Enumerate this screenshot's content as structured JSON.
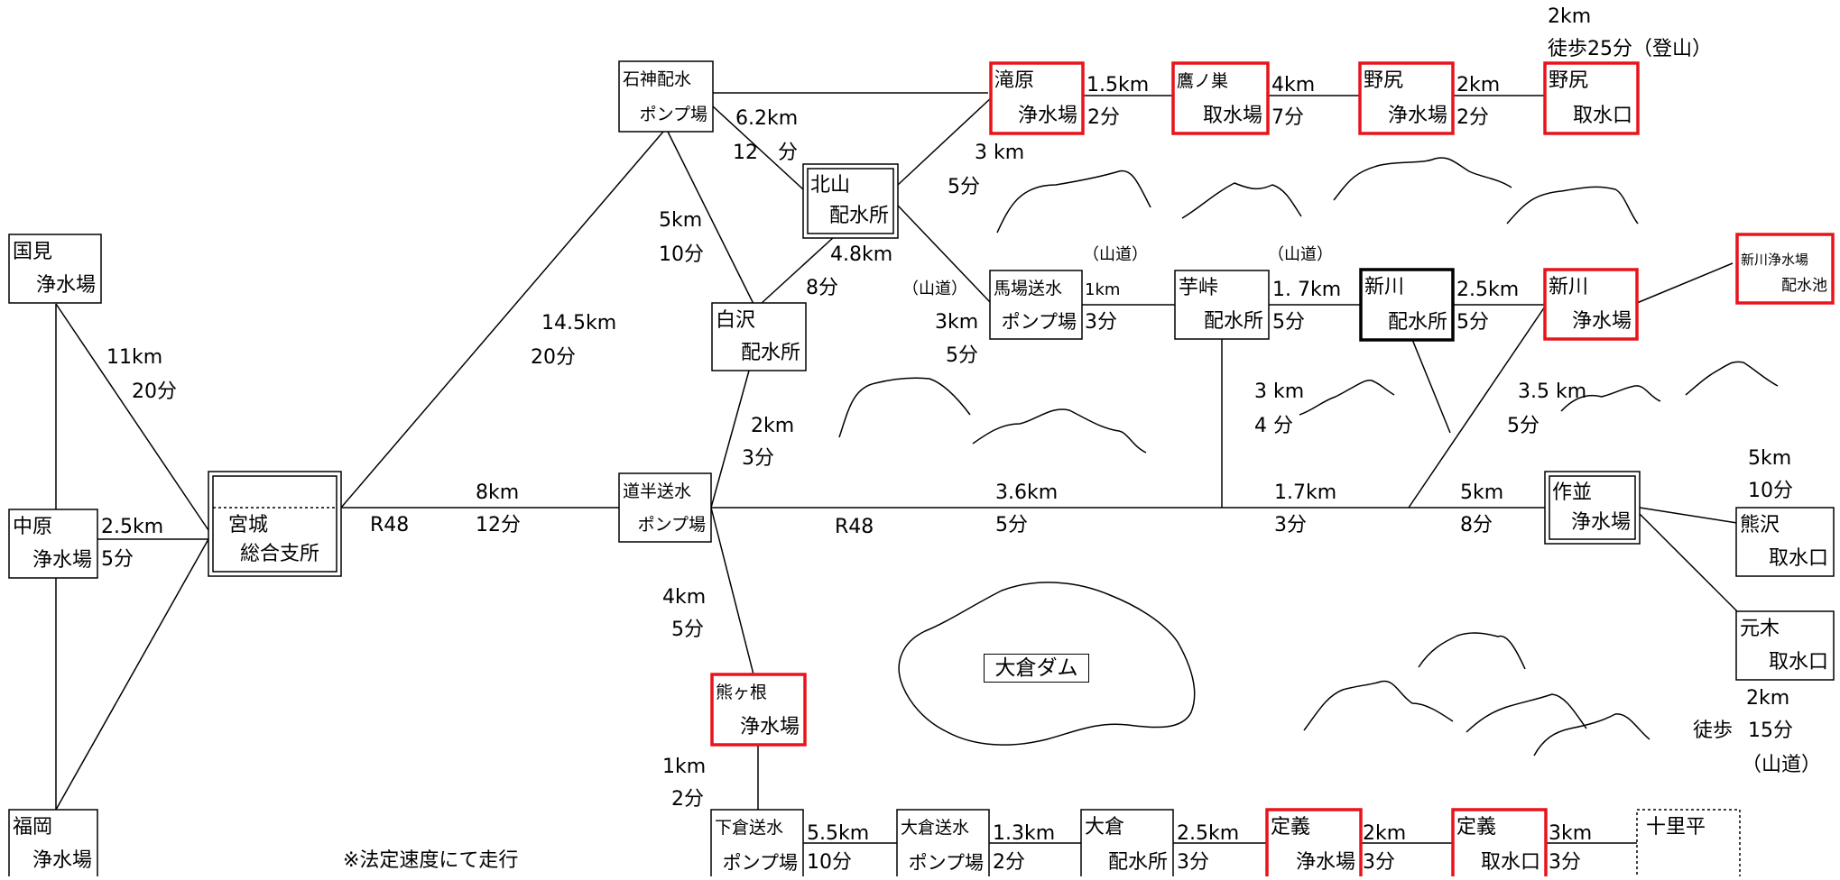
{
  "nodes": {
    "kunimi": {
      "line1": "国見",
      "line2": "浄水場"
    },
    "nakahara": {
      "line1": "中原",
      "line2": "浄水場"
    },
    "fukuoka": {
      "line1": "福岡",
      "line2": "浄水場"
    },
    "miyagi": {
      "line1": "宮城",
      "line2": "総合支所"
    },
    "ishigami": {
      "line1": "石神配水",
      "line2": "ポンプ場"
    },
    "kitayama": {
      "line1": "北山",
      "line2": "配水所"
    },
    "shirasawa": {
      "line1": "白沢",
      "line2": "配水所"
    },
    "dohan": {
      "line1": "道半送水",
      "line2": "ポンプ場"
    },
    "kumagane": {
      "line1": "熊ヶ根",
      "line2": "浄水場"
    },
    "takihara": {
      "line1": "滝原",
      "line2": "浄水場"
    },
    "takanosu": {
      "line1": "鷹ノ巣",
      "line2": "取水場"
    },
    "nojiri_jo": {
      "line1": "野尻",
      "line2": "浄水場"
    },
    "nojiri_shu": {
      "line1": "野尻",
      "line2": "取水口"
    },
    "baba": {
      "line1": "馬場送水",
      "line2": "ポンプ場"
    },
    "imotoge": {
      "line1": "芋峠",
      "line2": "配水所"
    },
    "arakawa_hai": {
      "line1": "新川",
      "line2": "配水所"
    },
    "arakawa_jo": {
      "line1": "新川",
      "line2": "浄水場"
    },
    "arakawa_ike": {
      "line1": "新川浄水場",
      "line2": "配水池"
    },
    "sakunami": {
      "line1": "作並",
      "line2": "浄水場"
    },
    "kumazawa": {
      "line1": "熊沢",
      "line2": "取水口"
    },
    "motoki": {
      "line1": "元木",
      "line2": "取水口"
    },
    "shitakura": {
      "line1": "下倉送水",
      "line2": "ポンプ場"
    },
    "okura_pump": {
      "line1": "大倉送水",
      "line2": "ポンプ場"
    },
    "okura_hai": {
      "line1": "大倉",
      "line2": "配水所"
    },
    "jogi_jo": {
      "line1": "定義",
      "line2": "浄水場"
    },
    "jogi_shu": {
      "line1": "定義",
      "line2": "取水口"
    },
    "jurihira": {
      "line1": "十里平",
      "line2": ""
    }
  },
  "labels": {
    "kunimi_nakahara_km": "11km",
    "kunimi_nakahara_min": "20分",
    "nakahara_miyagi_km": "2.5km",
    "nakahara_miyagi_min": "5分",
    "r48_left": "R48",
    "miyagi_dohan_km": "8km",
    "miyagi_dohan_min": "12分",
    "miyagi_ishigami_km": "14.5km",
    "miyagi_ishigami_min": "20分",
    "ishigami_kitayama_km": "6.2km",
    "ishigami_kitayama_min": "12　分",
    "ishigami_shirasawa_km": "5km",
    "ishigami_shirasawa_min": "10分",
    "shirasawa_kitayama_km": "4.8km",
    "shirasawa_kitayama_min": "8分",
    "kitayama_takihara_km": "3 km",
    "kitayama_takihara_min": "5分",
    "yamamichi_1": "（山道）",
    "kitayama_baba_km": "3km",
    "kitayama_baba_min": "5分",
    "takihara_takanosu_km": "1.5km",
    "takihara_takanosu_min": "2分",
    "takanosu_nojiri_km": "4km",
    "takanosu_nojiri_min": "7分",
    "nojiri_nojiri_km": "2km",
    "nojiri_nojiri_min": "2分",
    "nojiri_top_km": "2km",
    "nojiri_top_walk": "徒歩25分（登山）",
    "yamamichi_2": "（山道）",
    "baba_imotoge_km": "1km",
    "baba_imotoge_min": "3分",
    "yamamichi_3": "（山道）",
    "imotoge_arakawa_km": "1. 7km",
    "imotoge_arakawa_min": "5分",
    "arakawa_arakawa_km": "2.5km",
    "arakawa_arakawa_min": "5分",
    "shirasawa_dohan_km": "2km",
    "shirasawa_dohan_min": "3分",
    "r48_right": "R48",
    "dohan_imotoge_km": "3.6km",
    "dohan_imotoge_min": "5分",
    "imotoge_arakawa_branch_km": "3 km",
    "imotoge_arakawa_branch_min": "4 分",
    "junction_mid_km": "1.7km",
    "junction_mid_min": "3分",
    "to_sakunami_km": "5km",
    "to_sakunami_min": "8分",
    "arakawa_sakunami_km": "3.5 km",
    "arakawa_sakunami_min": "5分",
    "sakunami_kumazawa_km": "5km",
    "sakunami_kumazawa_min": "10分",
    "dohan_kumagane_km": "4km",
    "dohan_kumagane_min": "5分",
    "kumagane_shitakura_km": "1km",
    "kumagane_shitakura_min": "2分",
    "motoki_km": "2km",
    "motoki_walk": "徒歩",
    "motoki_min": "15分",
    "motoki_yamamichi": "（山道）",
    "shitakura_okura_km": "5.5km",
    "shitakura_okura_min": "10分",
    "okura_okura_km": "1.3km",
    "okura_okura_min": "2分",
    "okura_jogi_km": "2.5km",
    "okura_jogi_min": "3分",
    "jogi_jogi_km": "2km",
    "jogi_jogi_min": "3分",
    "jogi_jurihira_km": "3km",
    "jogi_jurihira_min": "3分",
    "note": "※法定速度にて走行",
    "dam": "大倉ダム"
  },
  "colors": {
    "highlight": "#e8141b",
    "line": "#000000"
  }
}
